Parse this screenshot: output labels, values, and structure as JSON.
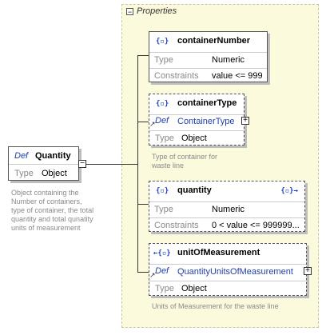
{
  "root": {
    "def_label": "Def",
    "name": "Quantity",
    "type_label": "Type",
    "type_value": "Object",
    "note": "Object containing the Number of containers, type of container, the total quantity and total qunatity units of measurement"
  },
  "properties": {
    "title": "Properties",
    "toggle": "−",
    "items": [
      {
        "icon": "{▫}",
        "name": "containerNumber",
        "rows": [
          {
            "label": "Type",
            "value": "Numeric"
          },
          {
            "label": "Constraints",
            "value": "value <= 999"
          }
        ]
      },
      {
        "icon": "{▫}",
        "name": "containerType",
        "def_label": "Def",
        "def_value": "ContainerType",
        "type_label": "Type",
        "type_value": "Object",
        "note": "Type of container for waste line"
      },
      {
        "icon": "{▫}",
        "name": "quantity",
        "right_icon": "{▫}→",
        "rows": [
          {
            "label": "Type",
            "value": "Numeric"
          },
          {
            "label": "Constraints",
            "value": "0 < value <= 999999..."
          }
        ]
      },
      {
        "icon": "←{▫}",
        "name": "unitOfMeasurement",
        "def_label": "Def",
        "def_value": "QuantityUnitsOfMeasurement",
        "type_label": "Type",
        "type_value": "Object",
        "note": "Units of Measurement for the waste line"
      }
    ]
  },
  "expand_symbol": "+",
  "collapse_symbol": "−"
}
